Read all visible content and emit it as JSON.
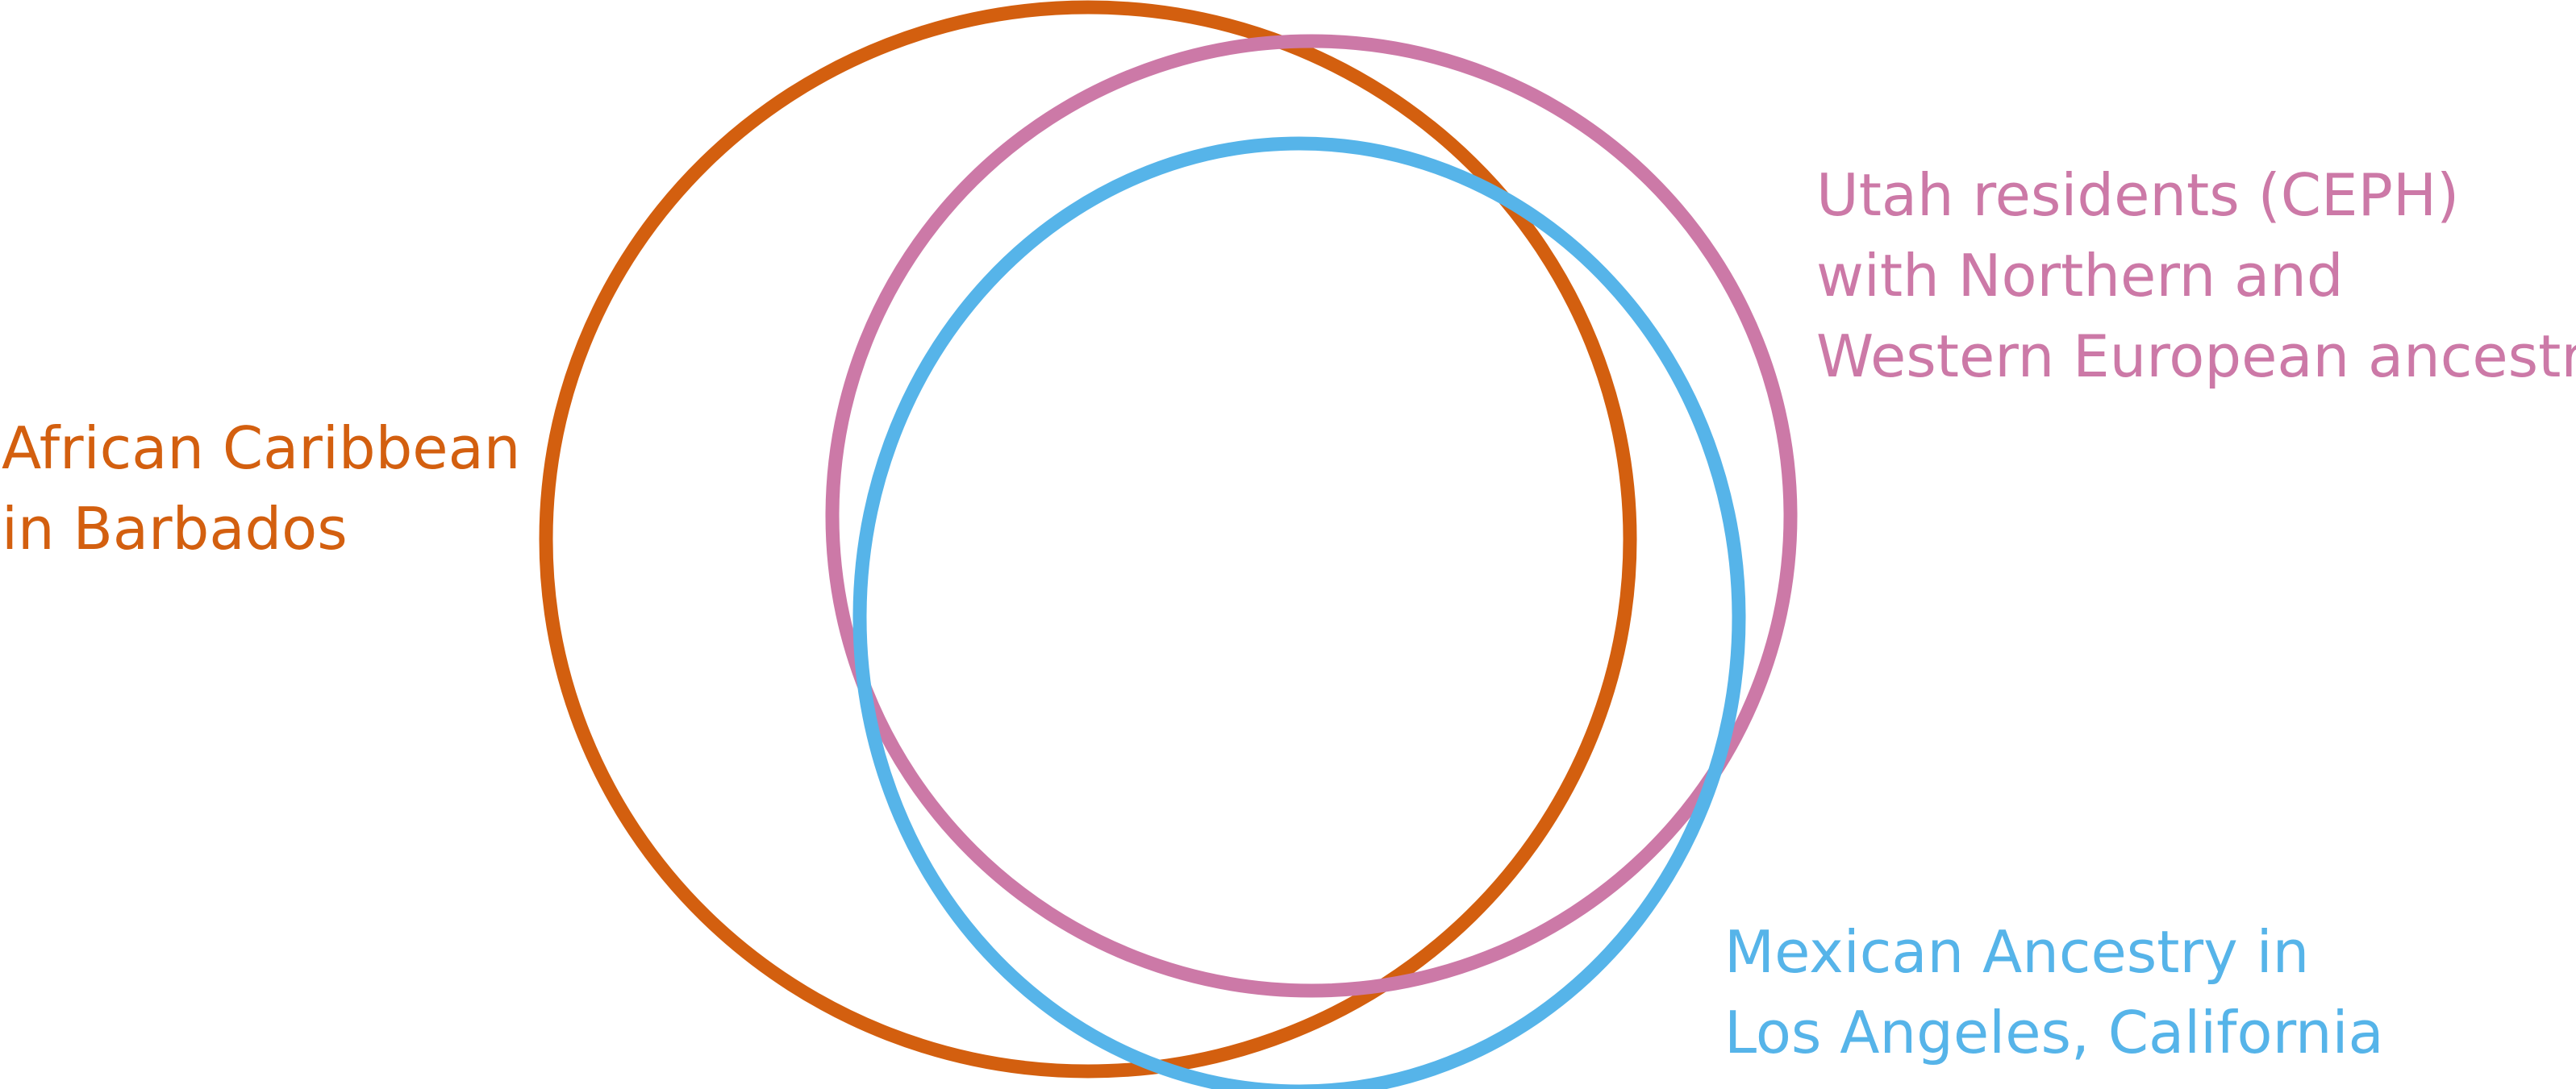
{
  "sets": [
    {
      "id": "barbados",
      "color": "#d35f0f",
      "label_lines": [
        "African Caribbean",
        "in Barbados"
      ]
    },
    {
      "id": "ceph",
      "color": "#cc79a7",
      "label_lines": [
        "Utah residents (CEPH)",
        "with Northern and",
        "Western European ancestry"
      ]
    },
    {
      "id": "mexican",
      "color": "#56b4e9",
      "label_lines": [
        "Mexican Ancestry in",
        "Los Angeles, California"
      ]
    }
  ]
}
